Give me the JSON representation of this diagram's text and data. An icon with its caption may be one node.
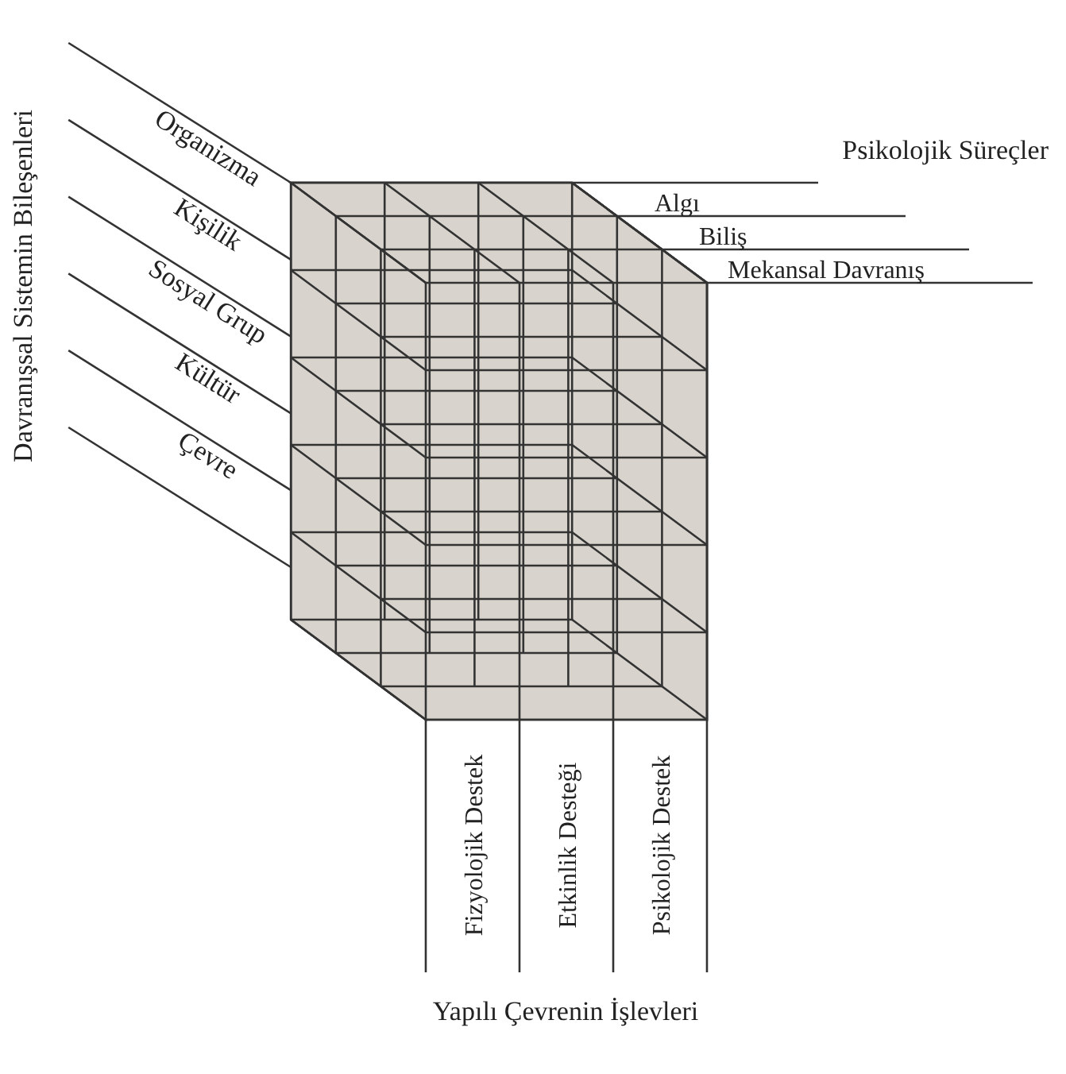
{
  "diagram": {
    "labels": [
      "Davranışsal Sistemin Bileşenleri",
      "Organizma",
      "Kişilik",
      "Sosyal Grup",
      "Kültür",
      "Çevre",
      "Psikolojik Süreçler",
      "Algı",
      "Biliş",
      "Mekansal Davranış",
      "Fizyolojik Destek",
      "Etkinlik Desteği",
      "Psikolojik Destek",
      "Yapılı Çevrenin İşlevleri"
    ]
  }
}
